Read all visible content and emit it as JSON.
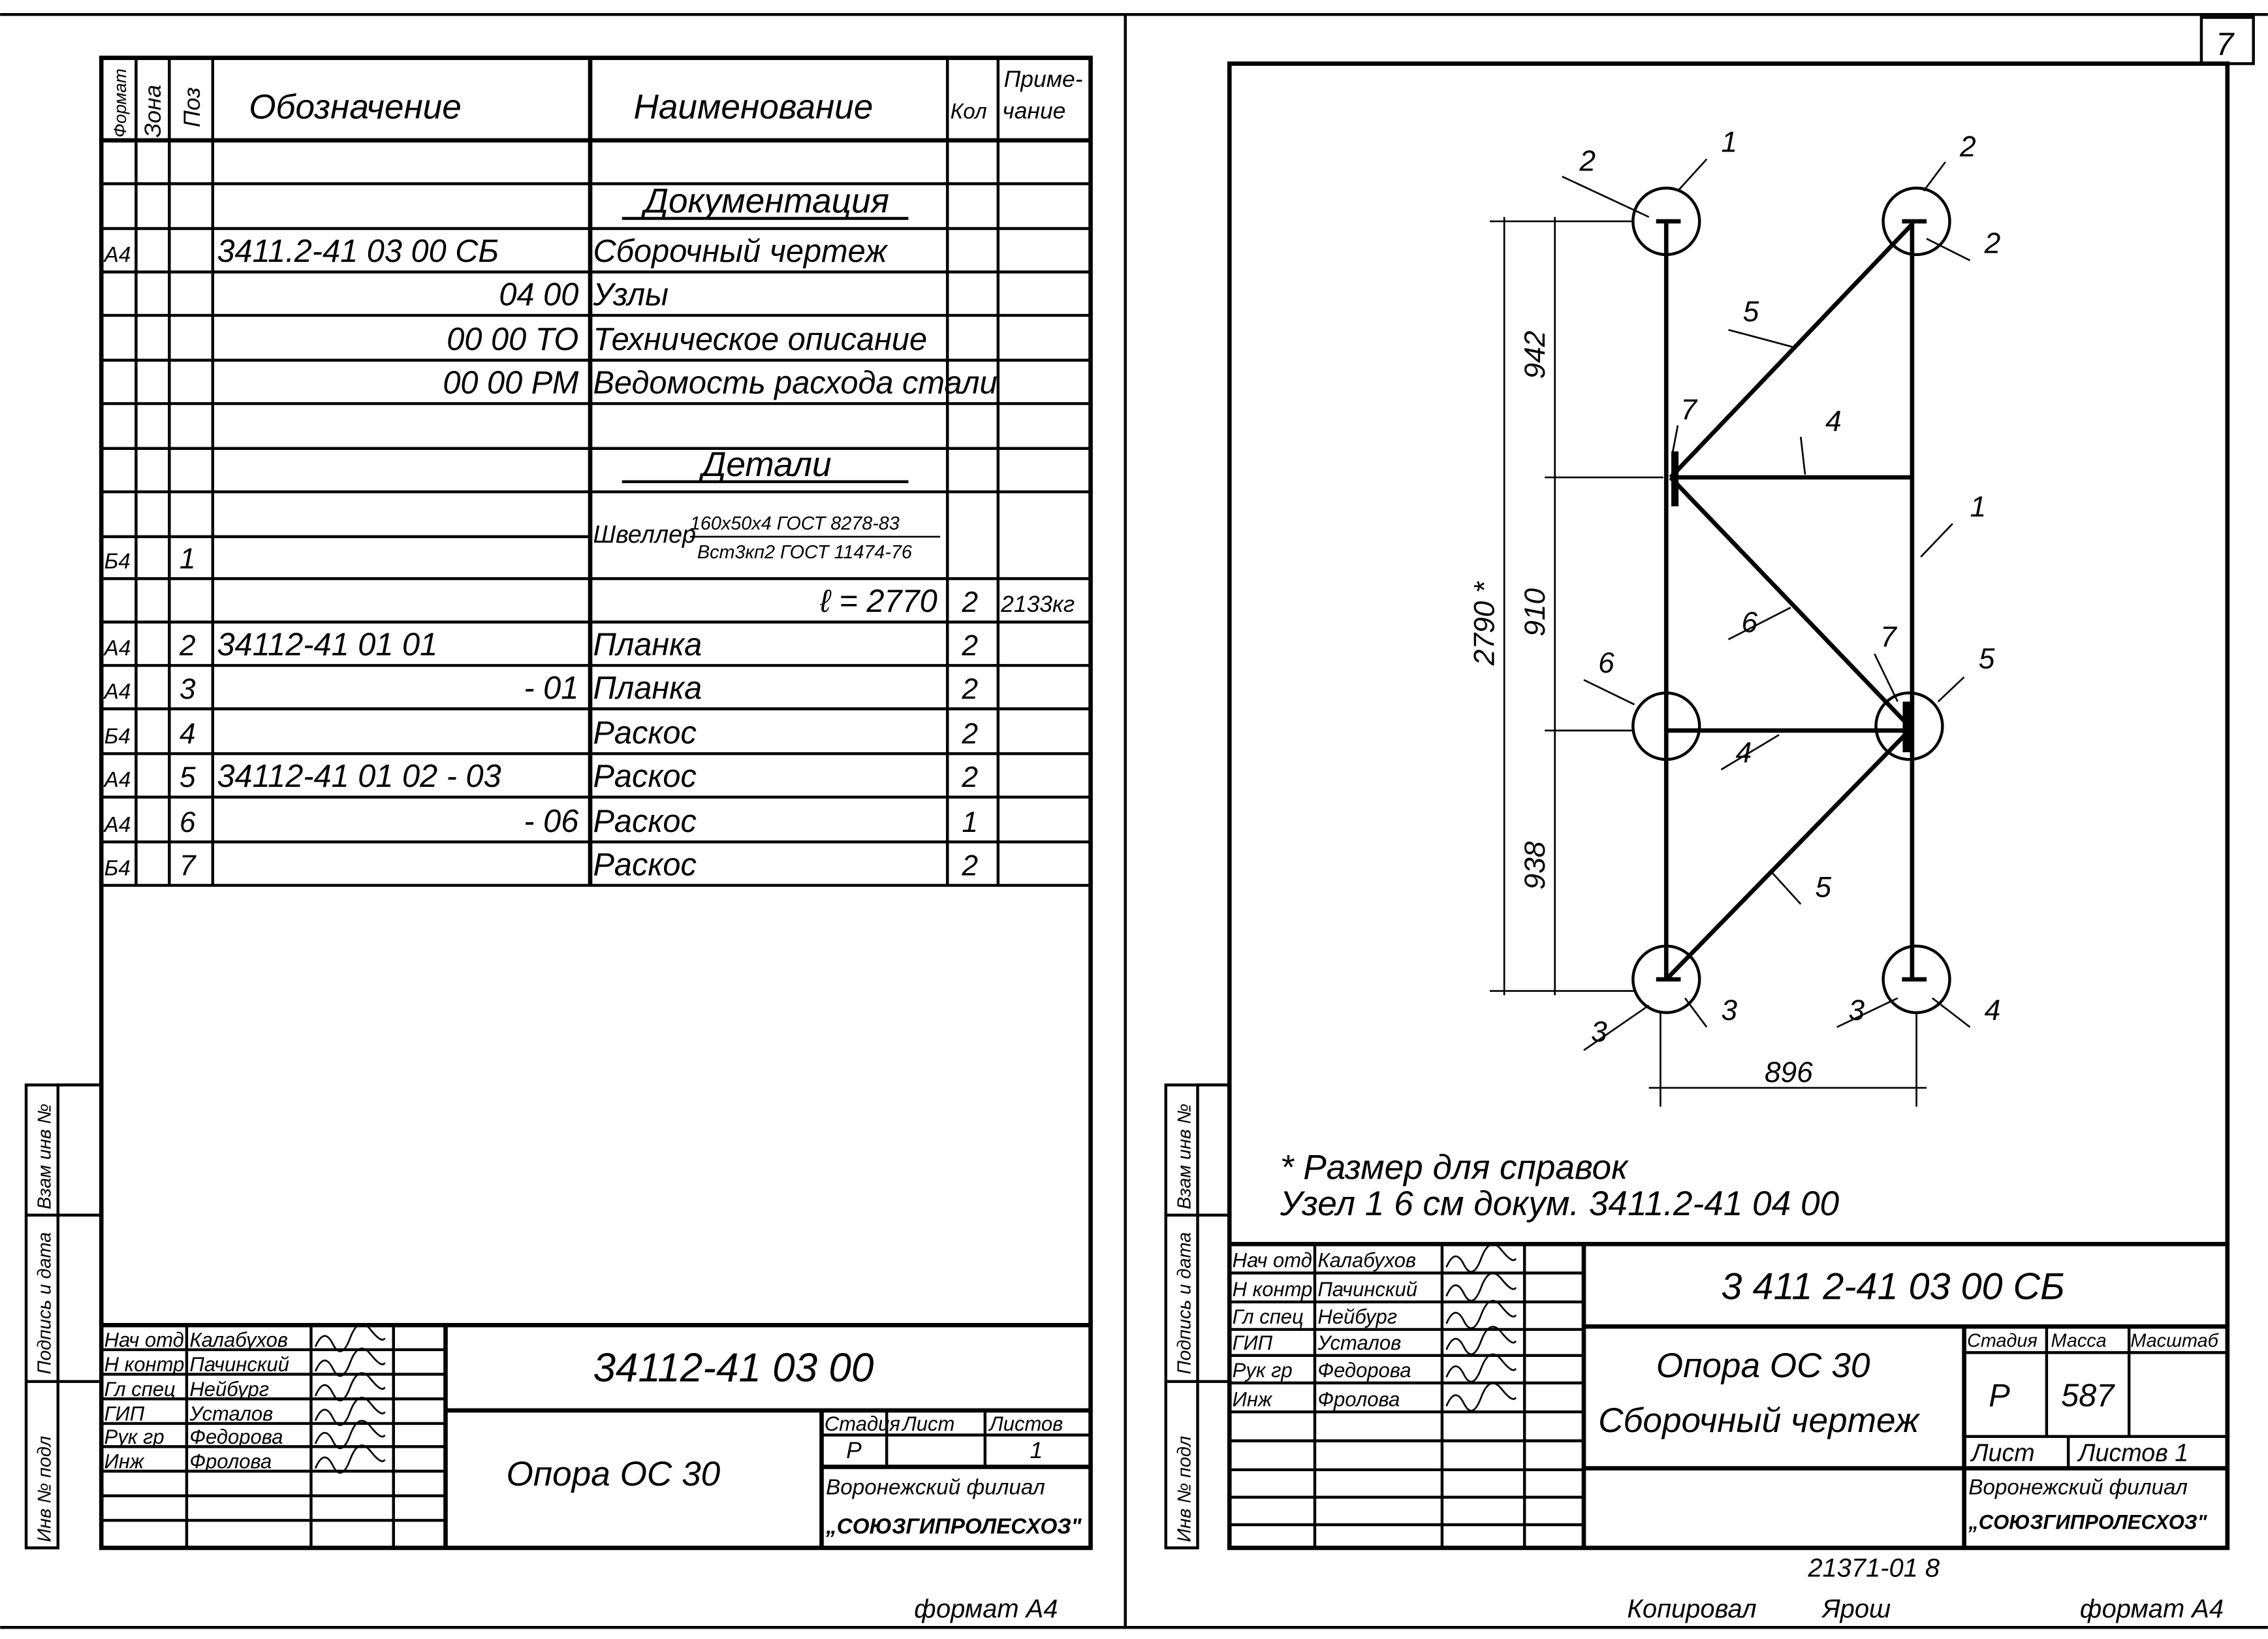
{
  "sheet_number": "7",
  "left_sheet": {
    "spec_headers": {
      "format": "Формат",
      "zone": "Зона",
      "pos": "Поз",
      "designation": "Обозначение",
      "name": "Наименование",
      "qty": "Кол",
      "note_1": "Приме-",
      "note_2": "чание"
    },
    "spec_rows": [
      {
        "fmt": "",
        "pos": "",
        "des": "",
        "name": "",
        "qty": "",
        "note": ""
      },
      {
        "fmt": "",
        "pos": "",
        "des": "",
        "name": "Документация",
        "section": true,
        "qty": "",
        "note": ""
      },
      {
        "fmt": "А4",
        "pos": "",
        "des": "3411.2-41   03 00 СБ",
        "name": "Сборочный чертеж",
        "qty": "",
        "note": ""
      },
      {
        "fmt": "",
        "pos": "",
        "des": "04 00",
        "des_right": true,
        "name": "Узлы",
        "qty": "",
        "note": ""
      },
      {
        "fmt": "",
        "pos": "",
        "des": "00 00  ТО",
        "des_right": true,
        "name": "Техническое описание",
        "qty": "",
        "note": ""
      },
      {
        "fmt": "",
        "pos": "",
        "des": "00 00  РМ",
        "des_right": true,
        "name": "Ведомость расхода стали",
        "qty": "",
        "note": ""
      },
      {
        "fmt": "",
        "pos": "",
        "des": "",
        "name": "",
        "qty": "",
        "note": ""
      },
      {
        "fmt": "",
        "pos": "",
        "des": "",
        "name": "Детали",
        "section": true,
        "qty": "",
        "note": ""
      },
      {
        "fmt": "Б4",
        "pos": "1",
        "des": "",
        "name": "Швеллер",
        "name_top": "160х50х4 ГОСТ 8278-83",
        "name_bottom": "Вст3кп2 ГОСТ 11474-76",
        "qty": "",
        "note": ""
      },
      {
        "fmt": "",
        "pos": "",
        "des": "",
        "name": "ℓ = 2770",
        "name_right": true,
        "qty": "2",
        "note": "2133кг"
      },
      {
        "fmt": "А4",
        "pos": "2",
        "des": "34112-41   01 01",
        "name": "Планка",
        "qty": "2",
        "note": ""
      },
      {
        "fmt": "А4",
        "pos": "3",
        "des": "- 01",
        "des_right": true,
        "name": "Планка",
        "qty": "2",
        "note": ""
      },
      {
        "fmt": "Б4",
        "pos": "4",
        "des": "",
        "name": "Раскос",
        "qty": "2",
        "note": ""
      },
      {
        "fmt": "А4",
        "pos": "5",
        "des": "34112-41   01 02 - 03",
        "name": "Раскос",
        "qty": "2",
        "note": ""
      },
      {
        "fmt": "А4",
        "pos": "6",
        "des": "- 06",
        "des_right": true,
        "name": "Раскос",
        "qty": "1",
        "note": ""
      },
      {
        "fmt": "Б4",
        "pos": "7",
        "des": "",
        "name": "Раскос",
        "qty": "2",
        "note": ""
      }
    ],
    "title_block": {
      "roles": [
        "Нач отд",
        "Н контр",
        "Гл спец",
        "ГИП",
        "Рук гр",
        "Инж"
      ],
      "names": [
        "Калабухов",
        "Пачинский",
        "Нейбург",
        "Усталов",
        "Федорова",
        "Фролова"
      ],
      "designation": "34112-41   03 00",
      "title": "Опора  ОС 30",
      "stage_label": "Стадия",
      "sheet_label": "Лист",
      "sheets_label": "Листов",
      "stage": "Р",
      "sheets": "1",
      "org_1": "Воронежский филиал",
      "org_2": "„СОЮЗГИПРОЛЕСХОЗ\""
    },
    "side_labels": [
      "Взам инв №",
      "Подпись и дата",
      "Инв № подл"
    ],
    "format_note": "формат А4"
  },
  "right_sheet": {
    "drawing": {
      "callouts": [
        "2",
        "1",
        "2",
        "2",
        "5",
        "7",
        "4",
        "1",
        "6",
        "7",
        "6",
        "5",
        "4",
        "5",
        "3",
        "3",
        "3",
        "4"
      ],
      "dim_total": "2790 *",
      "dim_segments": [
        "942",
        "910",
        "938"
      ],
      "dim_width": "896"
    },
    "notes": [
      "* Размер для справок",
      "Узел 1  6 см докум. 3411.2-41  04 00"
    ],
    "title_block": {
      "roles": [
        "Нач отд",
        "Н контр",
        "Гл спец",
        "ГИП",
        "Рук гр",
        "Инж"
      ],
      "names": [
        "Калабухов",
        "Пачинский",
        "Нейбург",
        "Усталов",
        "Федорова",
        "Фролова"
      ],
      "designation": "3 411 2-41  03  00  СБ",
      "title_1": "Опора   ОС 30",
      "title_2": "Сборочный  чертеж",
      "stage_label": "Стадия",
      "mass_label": "Масса",
      "scale_label": "Масштаб",
      "stage": "Р",
      "mass": "587",
      "sheet_label": "Лист",
      "sheets_label": "Листов 1",
      "org_1": "Воронежский филиал",
      "org_2": "„СОЮЗГИПРОЛЕСХОЗ\""
    },
    "side_labels": [
      "Взам инв №",
      "Подпись и дата",
      "Инв № подл"
    ],
    "order_number": "21371-01  8",
    "copied_by": "Копировал",
    "copier": "Ярош",
    "format_note": "формат А4"
  }
}
